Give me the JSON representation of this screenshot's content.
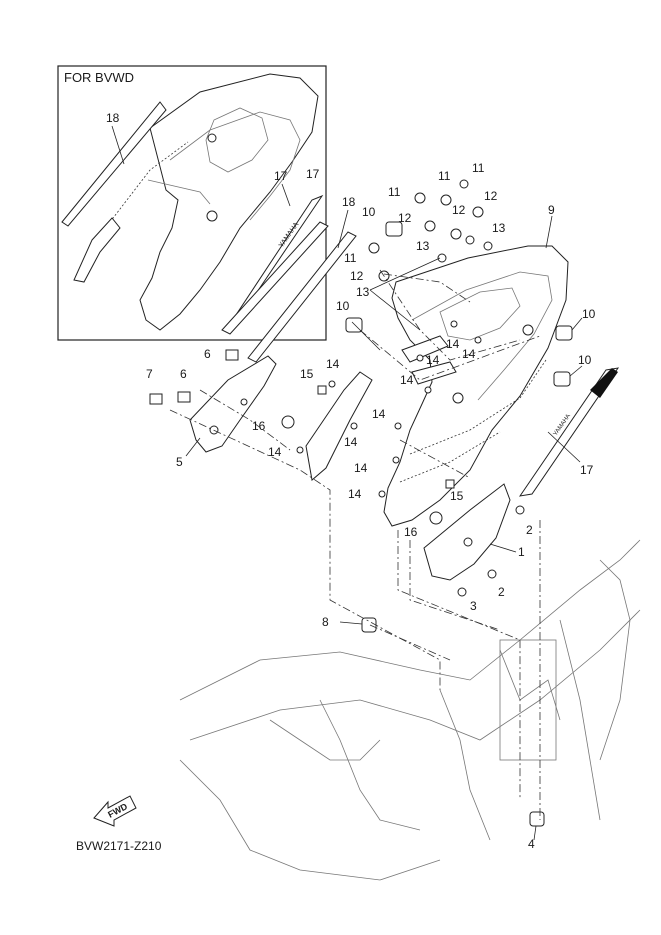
{
  "inset": {
    "title": "FOR BVWD"
  },
  "diagram_code": "BVW2171-Z210",
  "fwd_label": "FWD",
  "callouts": {
    "c18a": "18",
    "c17a": "17",
    "c18b": "18",
    "c17b": "17",
    "c9": "9",
    "c1": "1",
    "c2a": "2",
    "c2b": "2",
    "c3": "3",
    "c4": "4",
    "c5": "5",
    "c6a": "6",
    "c6b": "6",
    "c7": "7",
    "c8": "8",
    "c10a": "10",
    "c10b": "10",
    "c10c": "10",
    "c10d": "10",
    "c11a": "11",
    "c11b": "11",
    "c11c": "11",
    "c11d": "11",
    "c12a": "12",
    "c12b": "12",
    "c12c": "12",
    "c12d": "12",
    "c13a": "13",
    "c13b": "13",
    "c13c": "13",
    "c14a": "14",
    "c14b": "14",
    "c14c": "14",
    "c14d": "14",
    "c14e": "14",
    "c14f": "14",
    "c14g": "14",
    "c14h": "14",
    "c14i": "14",
    "c14j": "14",
    "c15a": "15",
    "c15b": "15",
    "c16a": "16",
    "c16b": "16"
  }
}
